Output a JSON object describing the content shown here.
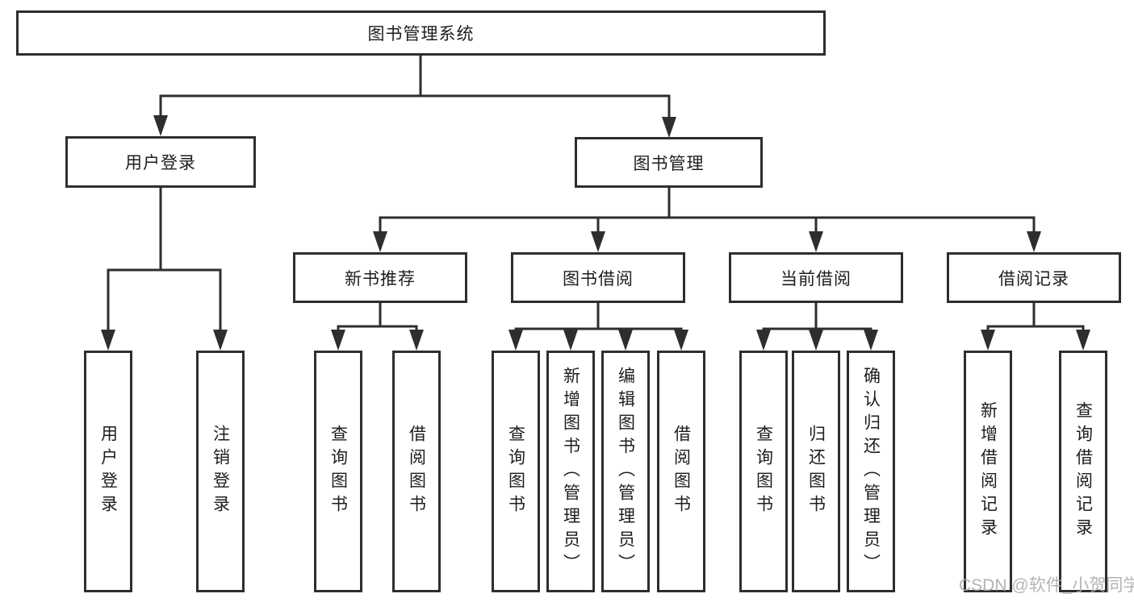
{
  "diagram": {
    "type": "tree",
    "colors": {
      "line": "#2e2e2e",
      "box_border": "#2e2e2e",
      "text": "#1d1d1d",
      "background": "#ffffff",
      "watermark": "#acacac"
    },
    "tree": {
      "label": "图书管理系统",
      "children": [
        {
          "label": "用户登录",
          "children": [
            {
              "label": "用户登录"
            },
            {
              "label": "注销登录"
            }
          ]
        },
        {
          "label": "图书管理",
          "children": [
            {
              "label": "新书推荐",
              "children": [
                {
                  "label": "查询图书"
                },
                {
                  "label": "借阅图书"
                }
              ]
            },
            {
              "label": "图书借阅",
              "children": [
                {
                  "label": "查询图书"
                },
                {
                  "label": "新增图书（管理员）"
                },
                {
                  "label": "编辑图书（管理员）"
                },
                {
                  "label": "借阅图书"
                }
              ]
            },
            {
              "label": "当前借阅",
              "children": [
                {
                  "label": "查询图书"
                },
                {
                  "label": "归还图书"
                },
                {
                  "label": "确认归还（管理员）"
                }
              ]
            },
            {
              "label": "借阅记录",
              "children": [
                {
                  "label": "新增借阅记录"
                },
                {
                  "label": "查询借阅记录"
                }
              ]
            }
          ]
        }
      ]
    },
    "watermark": {
      "text": "CSDN @软件_小贺同学"
    }
  }
}
